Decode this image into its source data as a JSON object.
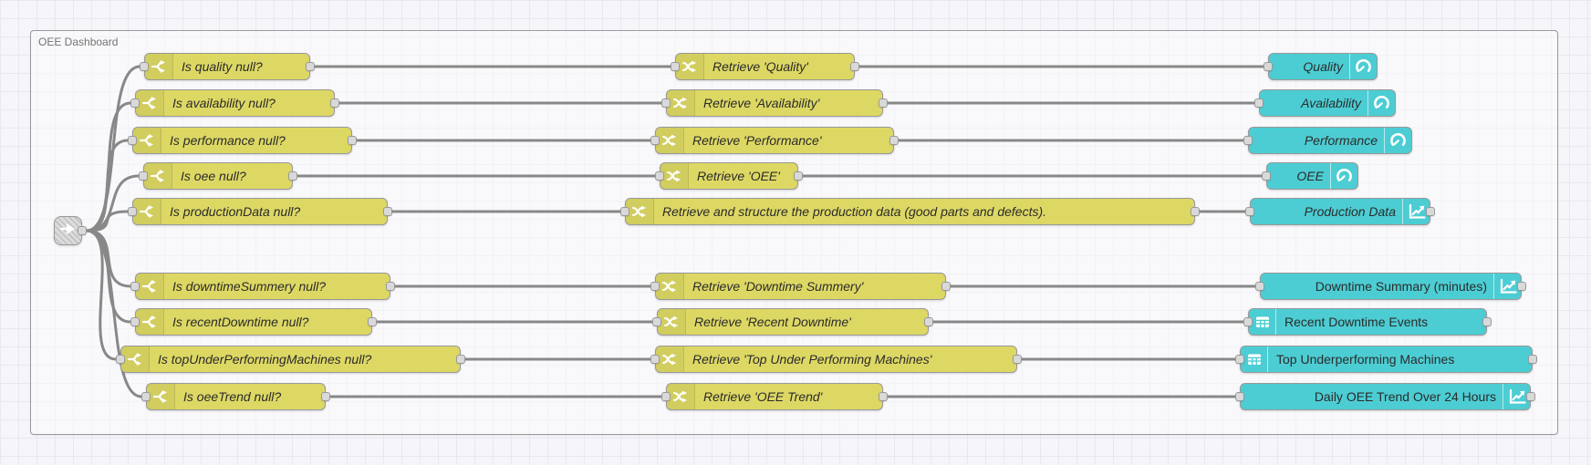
{
  "colors": {
    "canvas_bg": "#f5f5fa",
    "grid_line": "#e8e8f1",
    "group_border": "#9a9a9a",
    "group_label": "#737373",
    "node_yellow": "#ddd864",
    "node_teal": "#4ccdd3",
    "node_border": "#999999",
    "port_fill": "#d9d9d9",
    "wire": "#888888"
  },
  "flow": {
    "group_label": "OEE Dashboard",
    "source_node": {
      "type": "link in"
    },
    "rows": [
      {
        "check": "Is quality null?",
        "retrieve": "Retrieve 'Quality'",
        "out": "Quality",
        "widget": "gauge"
      },
      {
        "check": "Is availability null?",
        "retrieve": "Retrieve 'Availability'",
        "out": "Availability",
        "widget": "gauge"
      },
      {
        "check": "Is performance null?",
        "retrieve": "Retrieve 'Performance'",
        "out": "Performance",
        "widget": "gauge"
      },
      {
        "check": "Is oee null?",
        "retrieve": "Retrieve 'OEE'",
        "out": "OEE",
        "widget": "gauge"
      },
      {
        "check": "Is productionData null?",
        "retrieve": "Retrieve and structure the production data (good parts and defects).",
        "out": "Production Data",
        "widget": "chart"
      },
      {
        "check": "Is downtimeSummery null?",
        "retrieve": "Retrieve 'Downtime Summery'",
        "out": "Downtime Summary (minutes)",
        "widget": "chart"
      },
      {
        "check": "Is recentDowntime null?",
        "retrieve": "Retrieve 'Recent Downtime'",
        "out": "Recent Downtime Events",
        "widget": "table"
      },
      {
        "check": "Is topUnderPerformingMachines null?",
        "retrieve": "Retrieve 'Top Under Performing Machines'",
        "out": "Top Underperforming Machines",
        "widget": "table"
      },
      {
        "check": "Is oeeTrend null?",
        "retrieve": "Retrieve 'OEE Trend'",
        "out": "Daily OEE Trend Over 24 Hours",
        "widget": "chart"
      }
    ]
  }
}
